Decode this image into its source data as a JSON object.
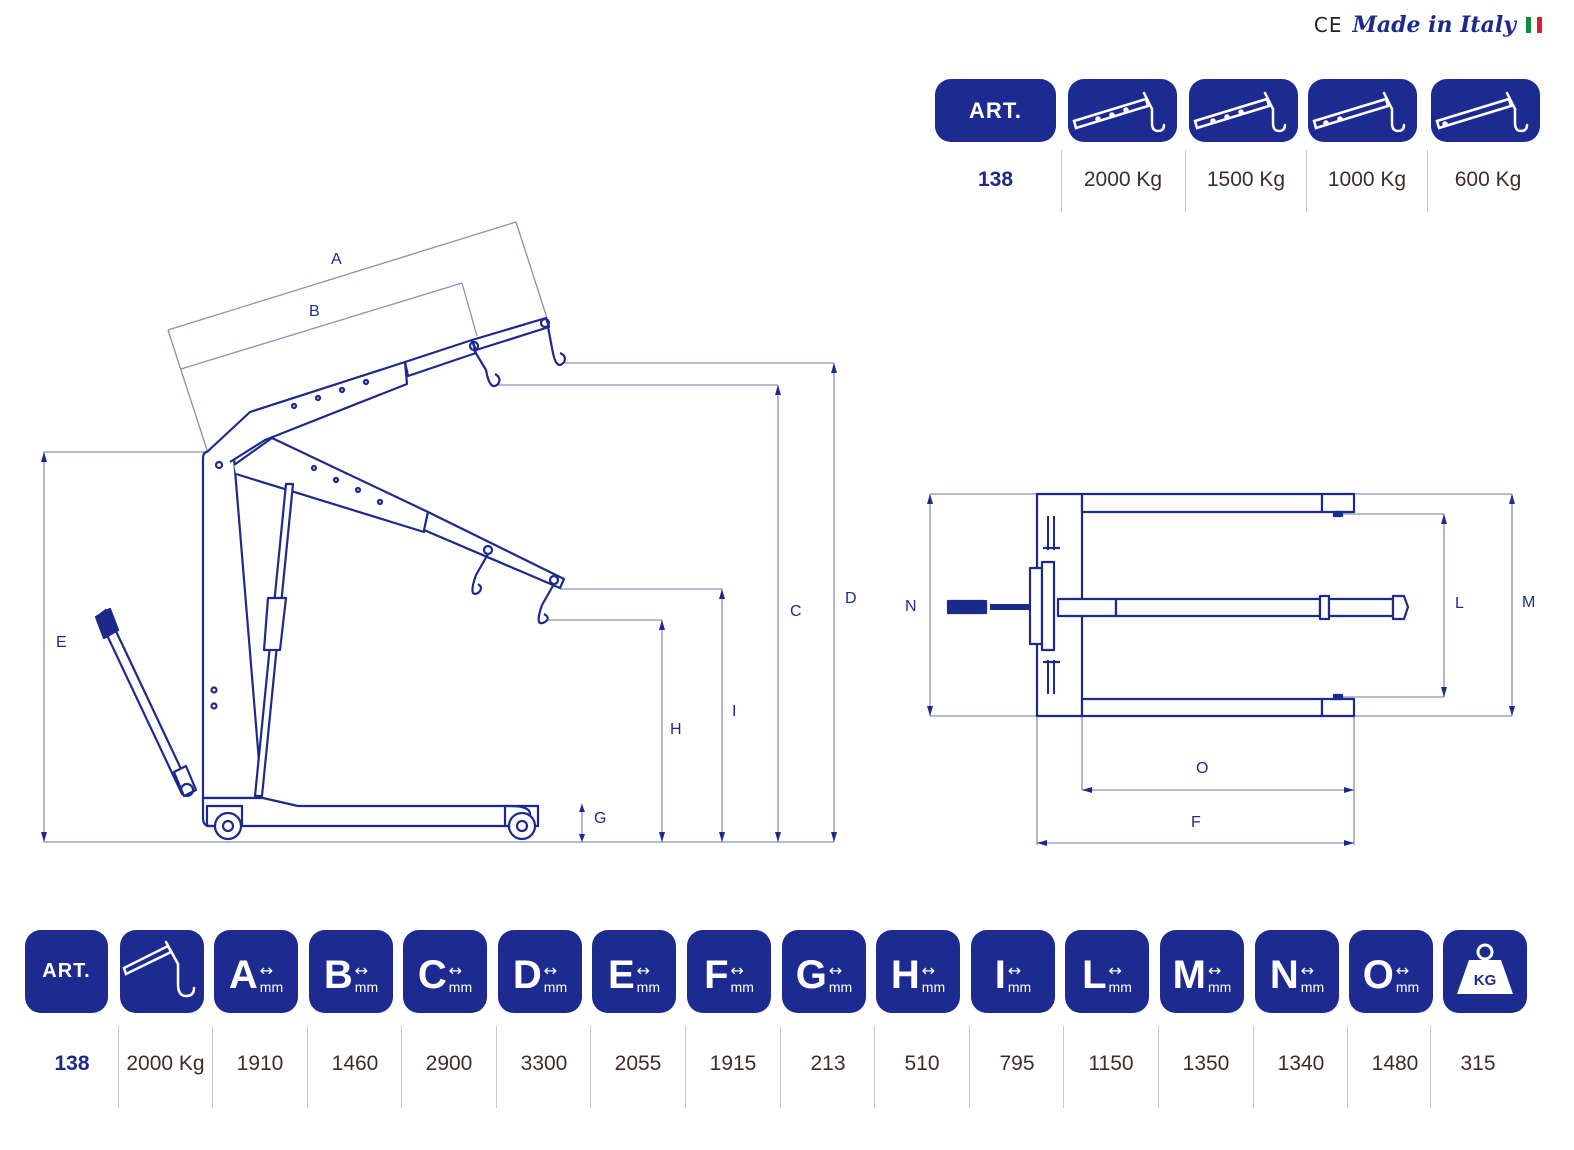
{
  "brand": {
    "ce_mark": "CE",
    "made_in": "Made in Italy",
    "flag_colors": [
      "#0b8f3a",
      "#ffffff",
      "#d2232a"
    ]
  },
  "colors": {
    "primary": "#1d2b90",
    "line": "#1c2a8c",
    "dim_line": "#8a8fb8",
    "value_text": "#3b2e2a"
  },
  "capacity_table": {
    "art_label": "ART.",
    "art_value": "138",
    "positions": [
      {
        "icon": "boom-position-1-icon",
        "value": "2000 Kg"
      },
      {
        "icon": "boom-position-2-icon",
        "value": "1500 Kg"
      },
      {
        "icon": "boom-position-3-icon",
        "value": "1000 Kg"
      },
      {
        "icon": "boom-position-4-icon",
        "value": "600 Kg"
      }
    ]
  },
  "dimension_labels": {
    "side": [
      "A",
      "B",
      "C",
      "D",
      "E",
      "G",
      "H",
      "I"
    ],
    "top": [
      "N",
      "L",
      "M",
      "O",
      "F"
    ]
  },
  "spec_table": {
    "art_label": "ART.",
    "art_value": "138",
    "capacity_icon": "crane-hook-icon",
    "capacity_value": "2000 Kg",
    "unit": "mm",
    "columns": [
      {
        "letter": "A",
        "value": "1910"
      },
      {
        "letter": "B",
        "value": "1460"
      },
      {
        "letter": "C",
        "value": "2900"
      },
      {
        "letter": "D",
        "value": "3300"
      },
      {
        "letter": "E",
        "value": "2055"
      },
      {
        "letter": "F",
        "value": "1915"
      },
      {
        "letter": "G",
        "value": "213"
      },
      {
        "letter": "H",
        "value": "510"
      },
      {
        "letter": "I",
        "value": "795"
      },
      {
        "letter": "L",
        "value": "1150"
      },
      {
        "letter": "M",
        "value": "1350"
      },
      {
        "letter": "N",
        "value": "1340"
      },
      {
        "letter": "O",
        "value": "1480"
      }
    ],
    "weight_icon_text": "KG",
    "weight_value": "315"
  }
}
